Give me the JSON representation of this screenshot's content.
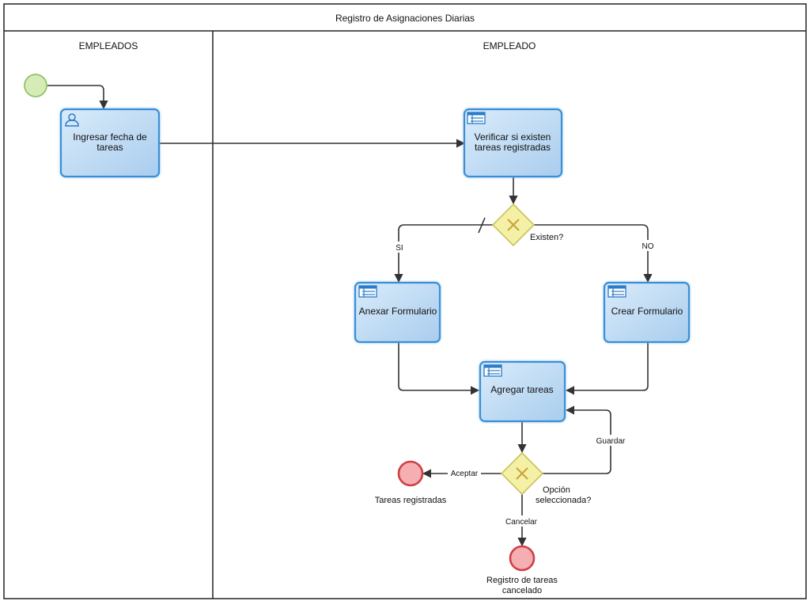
{
  "pool": {
    "title": "Registro de Asignaciones Diarias"
  },
  "lanes": [
    {
      "title": "EMPLEADOS"
    },
    {
      "title": "EMPLEADO"
    }
  ],
  "tasks": {
    "ingresar": {
      "line1": "Ingresar fecha de",
      "line2": "tareas",
      "icon": "user-task-icon"
    },
    "verificar": {
      "line1": "Verificar si existen",
      "line2": "tareas registradas",
      "icon": "service-task-icon"
    },
    "anexar": {
      "line1": "Anexar Formulario",
      "icon": "service-task-icon"
    },
    "crear": {
      "line1": "Crear Formulario",
      "icon": "service-task-icon"
    },
    "agregar": {
      "line1": "Agregar tareas",
      "icon": "service-task-icon"
    }
  },
  "gateways": {
    "existen": {
      "label": "Existen?"
    },
    "opcion": {
      "line1": "Opción",
      "line2": "seleccionada?"
    }
  },
  "events": {
    "end_registradas": {
      "label": "Tareas registradas"
    },
    "end_cancelado": {
      "line1": "Registro de tareas",
      "line2": "cancelado"
    }
  },
  "flows": {
    "si": "SI",
    "no": "NO",
    "guardar": "Guardar",
    "aceptar": "Aceptar",
    "cancelar": "Cancelar"
  },
  "colors": {
    "task_border": "#3a8fd6",
    "task_fill_top": "#d7e9f8",
    "task_fill_bottom": "#aacdee",
    "gateway_fill": "#f4f0a6",
    "gateway_border": "#c9c25a",
    "start_fill": "#d5ecb6",
    "start_border": "#92c267",
    "end_fill": "#f5aeb1",
    "end_border": "#cf3f47"
  }
}
